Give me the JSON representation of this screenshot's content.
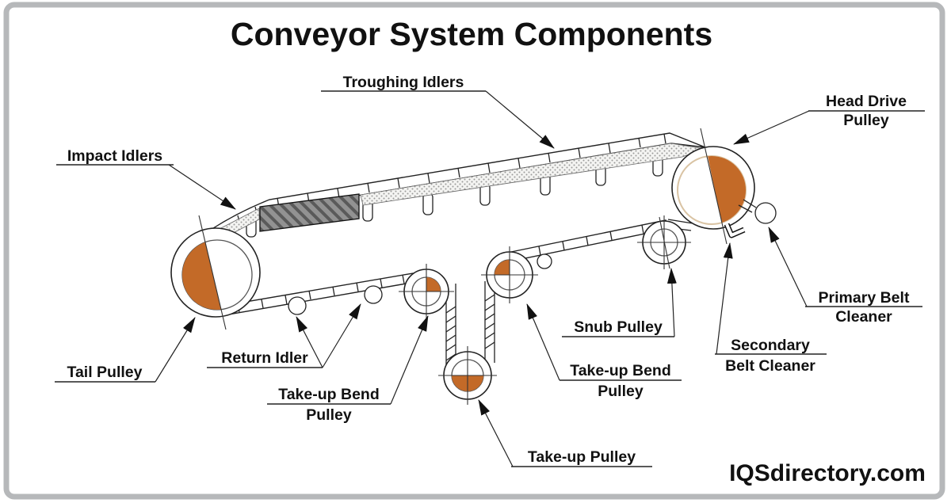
{
  "title": "Conveyor System Components",
  "watermark": "IQSdirectory.com",
  "colors": {
    "pulley_orange": "#C36A28",
    "border_gray": "#b6b8ba",
    "impact_gray": "#8f8f8f",
    "line_black": "#1a1a1a"
  },
  "labels": {
    "troughing": {
      "text": "Troughing Idlers"
    },
    "head_drive": {
      "line1": "Head Drive",
      "line2": "Pulley"
    },
    "impact": {
      "text": "Impact Idlers"
    },
    "tail": {
      "text": "Tail Pulley"
    },
    "return_idler": {
      "text": "Return Idler"
    },
    "takeup_bend_left": {
      "line1": "Take-up Bend",
      "line2": "Pulley"
    },
    "takeup": {
      "text": "Take-up Pulley"
    },
    "takeup_bend_right": {
      "line1": "Take-up Bend",
      "line2": "Pulley"
    },
    "snub": {
      "text": "Snub Pulley"
    },
    "secondary_cleaner": {
      "line1": "Secondary",
      "line2": "Belt Cleaner"
    },
    "primary_cleaner": {
      "line1": "Primary Belt",
      "line2": "Cleaner"
    }
  }
}
